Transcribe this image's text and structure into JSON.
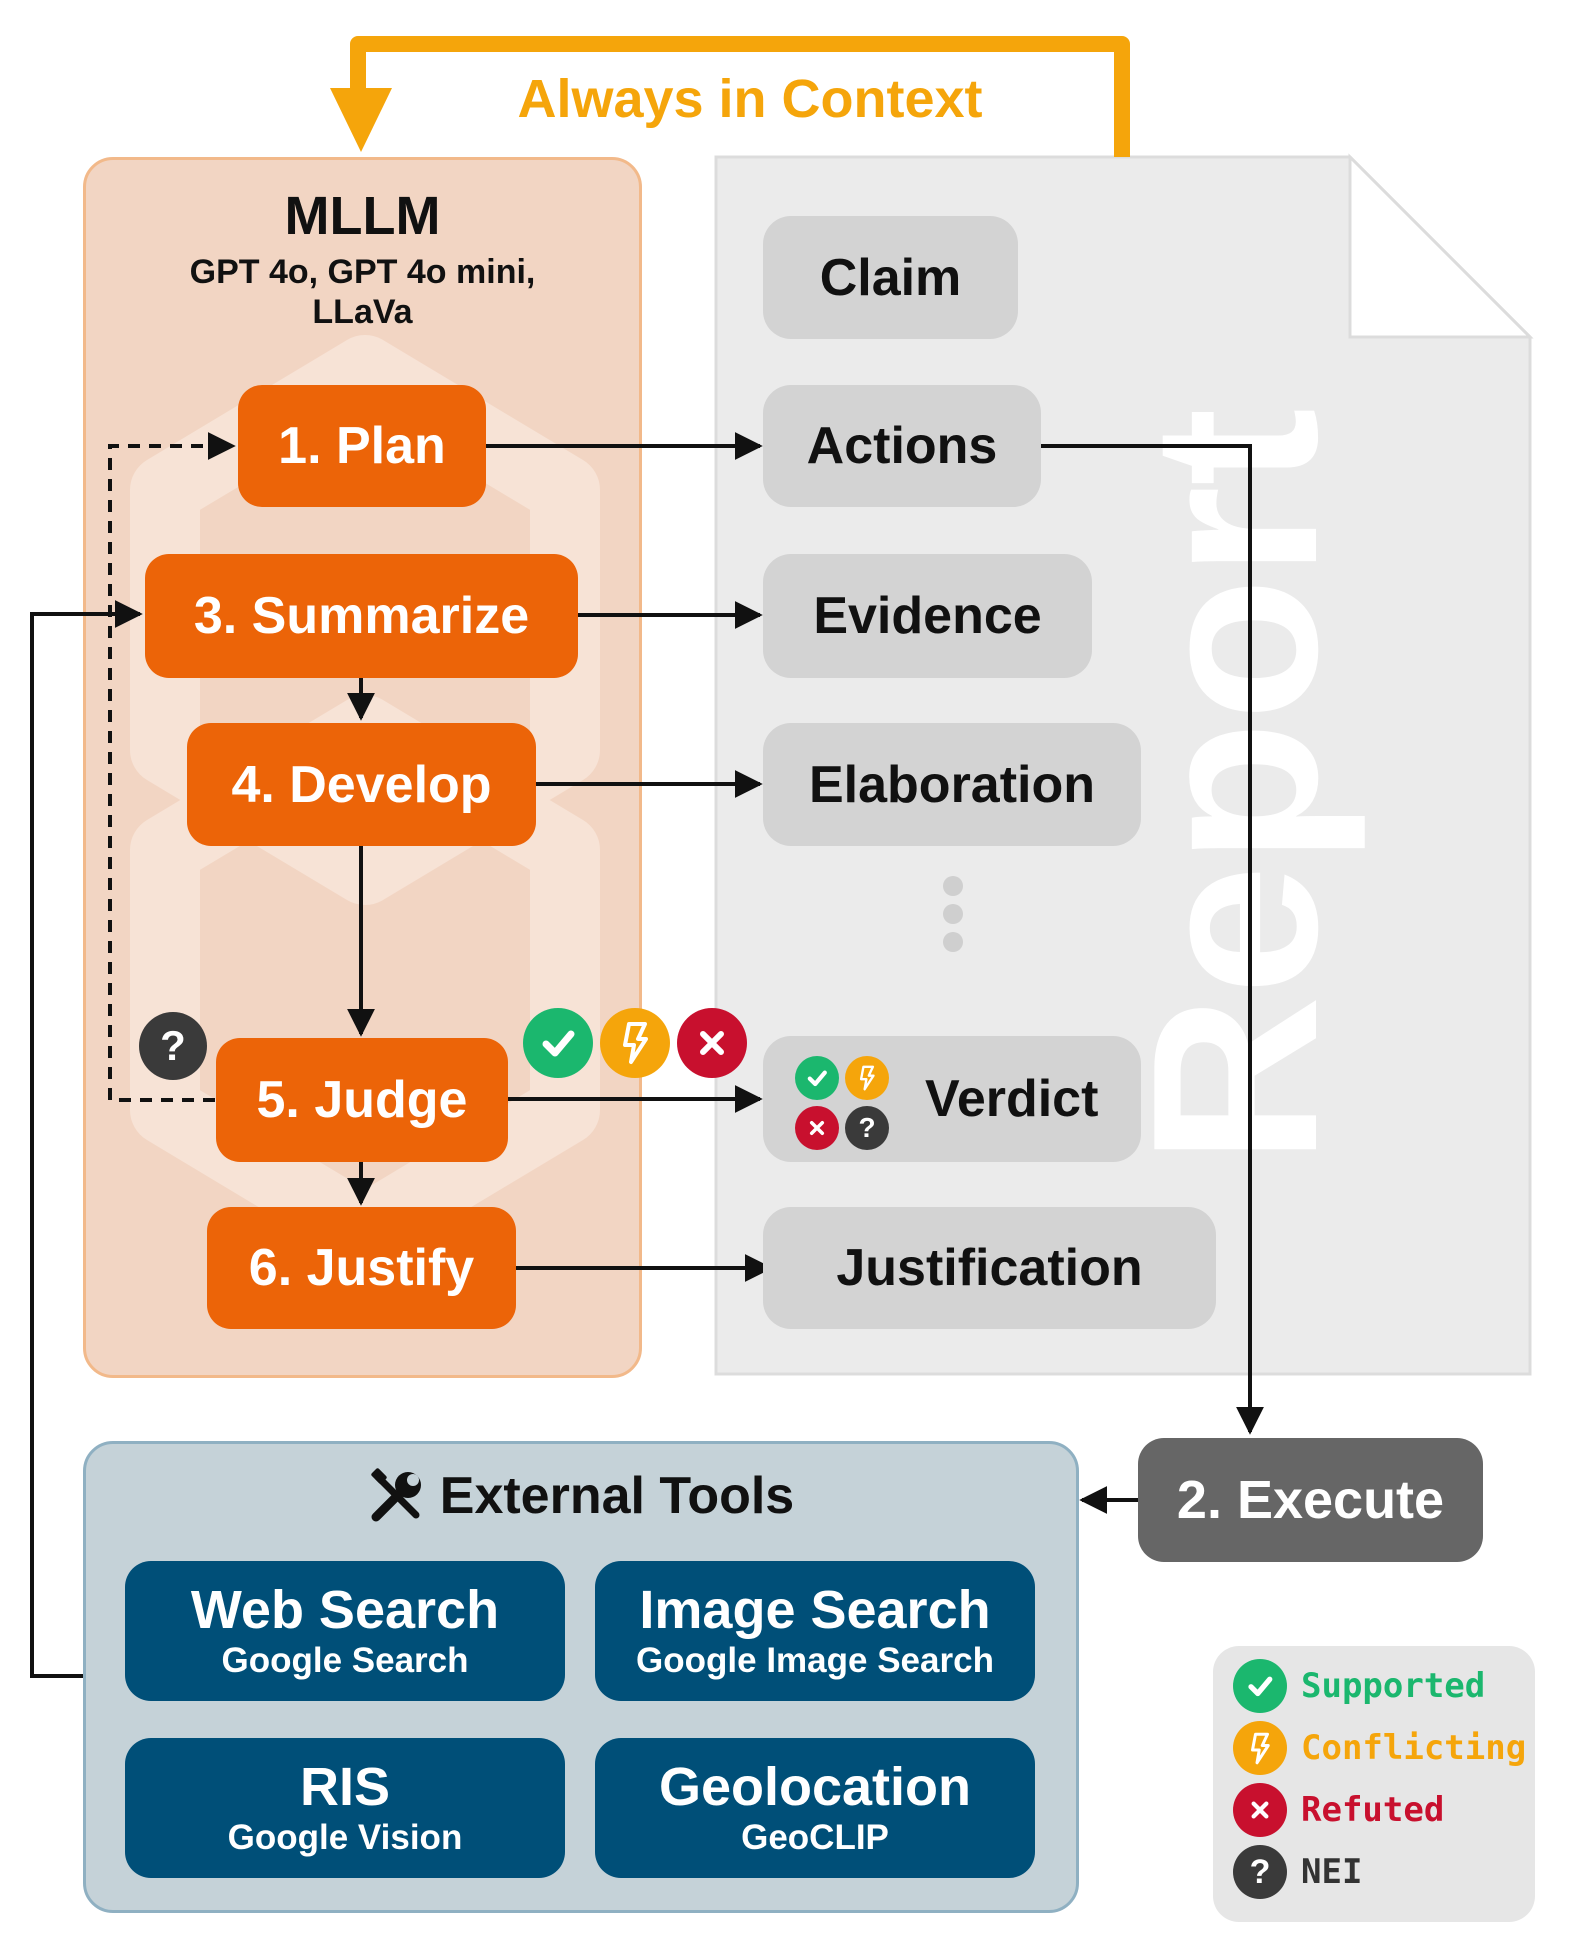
{
  "context_label": "Always in Context",
  "mllm": {
    "title": "MLLM",
    "models_line1": "GPT 4o, GPT 4o mini,",
    "models_line2": "LLaVa"
  },
  "steps": {
    "plan": "1. Plan",
    "execute": "2. Execute",
    "summarize": "3. Summarize",
    "develop": "4. Develop",
    "judge": "5. Judge",
    "justify": "6. Justify"
  },
  "report": {
    "title": "Report",
    "claim": "Claim",
    "actions": "Actions",
    "evidence": "Evidence",
    "elaboration": "Elaboration",
    "verdict": "Verdict",
    "justification": "Justification"
  },
  "tools": {
    "title": "External Tools",
    "items": [
      {
        "name": "Web Search",
        "provider": "Google Search"
      },
      {
        "name": "Image Search",
        "provider": "Google Image Search"
      },
      {
        "name": "RIS",
        "provider": "Google Vision"
      },
      {
        "name": "Geolocation",
        "provider": "GeoCLIP"
      }
    ]
  },
  "legend": {
    "supported": "Supported",
    "conflicting": "Conflicting",
    "refuted": "Refuted",
    "nei": "NEI"
  },
  "colors": {
    "supported": "#1bb76e",
    "conflicting": "#f5a50b",
    "refuted": "#c8102e",
    "nei": "#3a3a3a",
    "step": "#ec6408",
    "tool": "#004f78",
    "context": "#f5a50b"
  },
  "icons": {
    "supported": "check-icon",
    "conflicting": "lightning-icon",
    "refuted": "cross-icon",
    "nei": "question-icon",
    "tools": "tools-icon"
  }
}
